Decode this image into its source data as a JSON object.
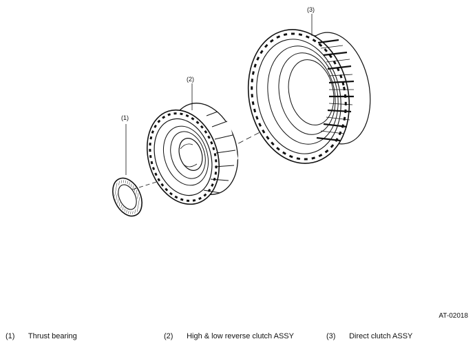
{
  "callouts": [
    "(1)",
    "(2)",
    "(3)"
  ],
  "figure_code": "AT-02018",
  "legend": [
    {
      "num": "(1)",
      "label": "Thrust bearing"
    },
    {
      "num": "(2)",
      "label": "High & low reverse clutch ASSY"
    },
    {
      "num": "(3)",
      "label": "Direct clutch ASSY"
    }
  ],
  "colors": {
    "line": "#111111",
    "background": "#ffffff"
  }
}
